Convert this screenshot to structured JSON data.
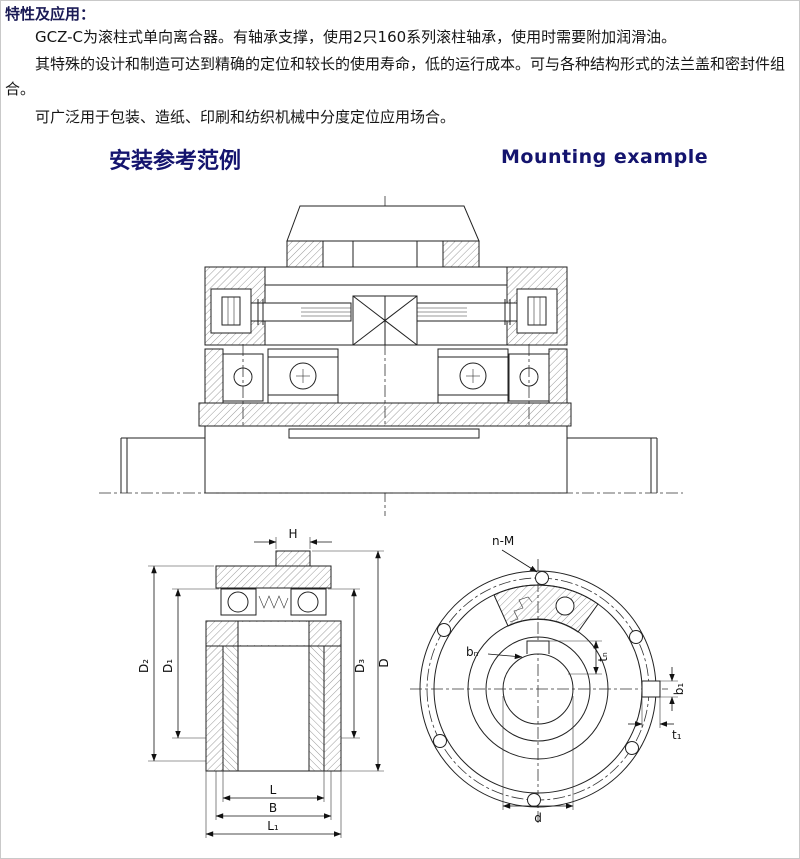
{
  "page": {
    "title": "特性及应用：",
    "paragraphs": [
      "GCZ-C为滚柱式单向离合器。有轴承支撑，使用2只160系列滚柱轴承，使用时需要附加润滑油。",
      "其特殊的设计和制造可达到精确的定位和较长的使用寿命，低的运行成本。可与各种结构形式的法兰盖和密封件组合。",
      "可广泛用于包装、造纸、印刷和纺织机械中分度定位应用场合。"
    ],
    "heading_cn": "安装参考范例",
    "heading_en": "Mounting example"
  },
  "drawings": {
    "section": {
      "H": "H",
      "D2": "D₂",
      "D1": "D₁",
      "D3": "D₃",
      "D": "D",
      "L": "L",
      "B": "B",
      "L1": "L₁"
    },
    "front": {
      "nM": "n-M",
      "bn": "bₙ",
      "tn": "tₙ",
      "b1": "b₁",
      "t1": "t₁",
      "d": "d"
    }
  }
}
